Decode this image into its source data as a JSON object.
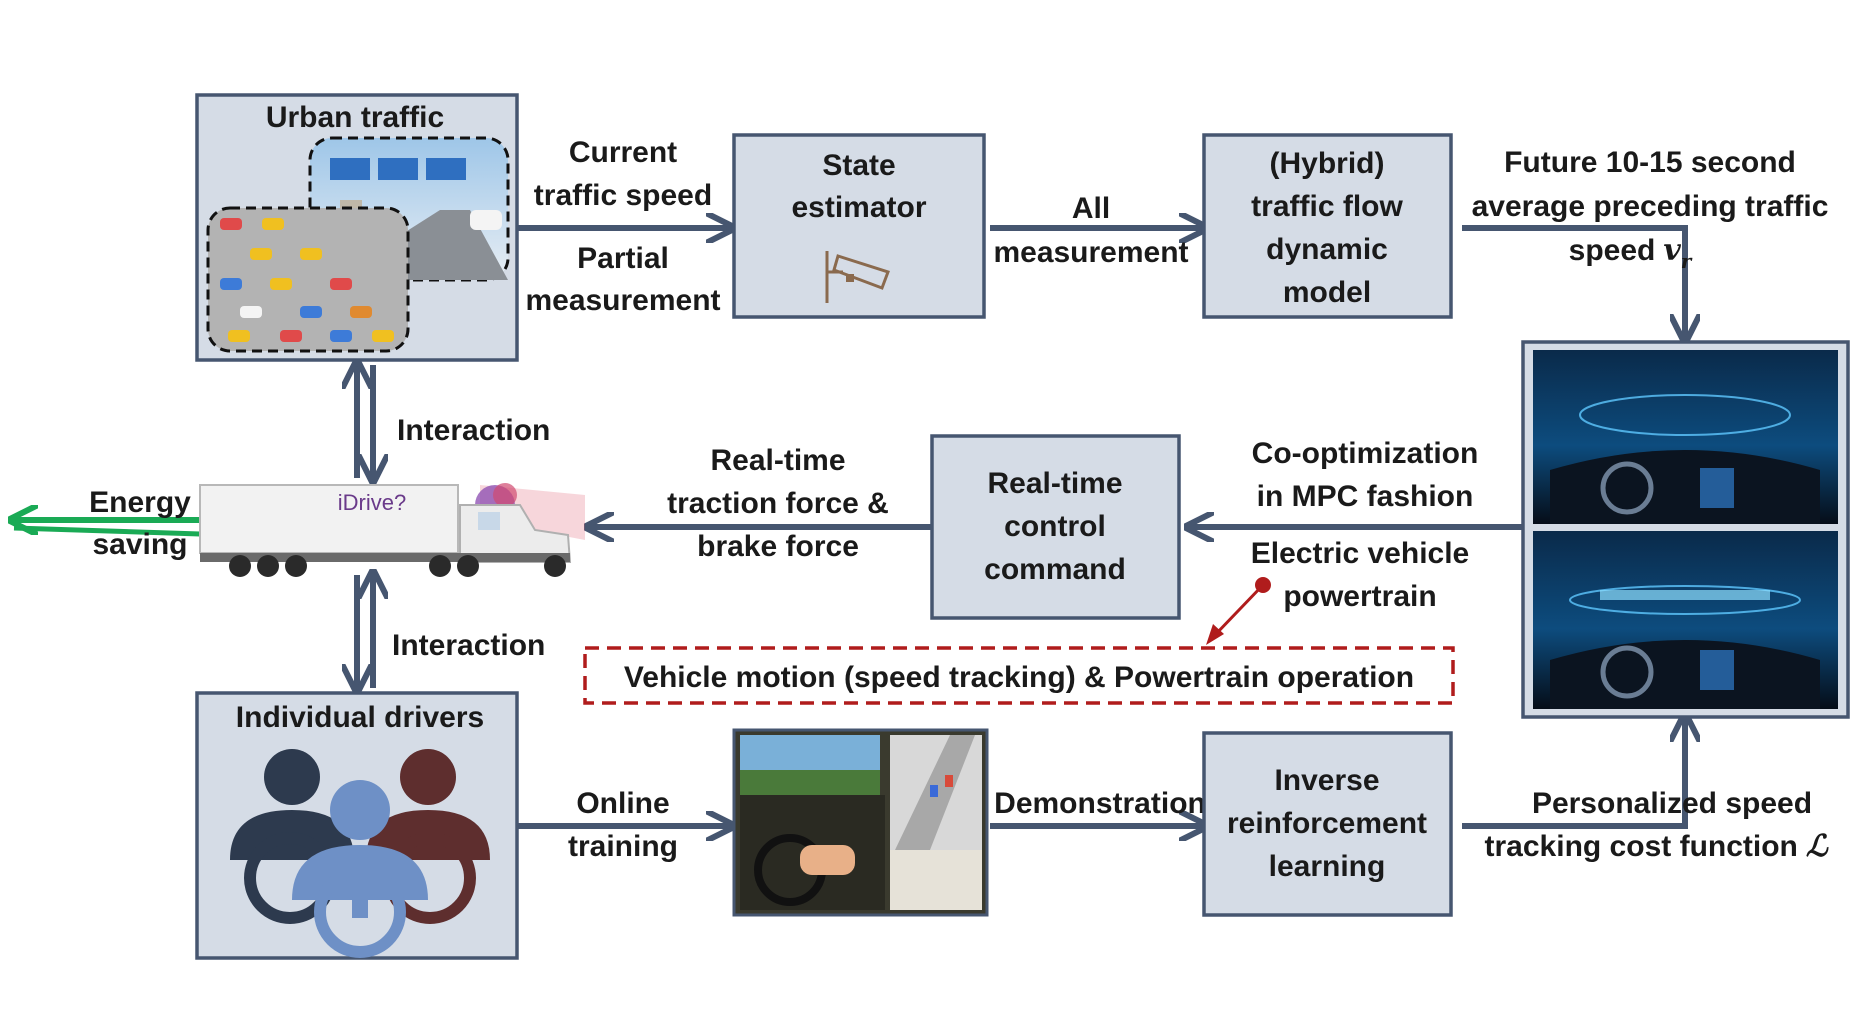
{
  "nodes": {
    "urban_traffic": {
      "title": "Urban traffic"
    },
    "state_estimator": {
      "line1": "State",
      "line2": "estimator"
    },
    "traffic_model": {
      "line1": "(Hybrid)",
      "line2": "traffic flow",
      "line3": "dynamic",
      "line4": "model"
    },
    "control_command": {
      "line1": "Real-time",
      "line2": "control",
      "line3": "command"
    },
    "individual_drivers": {
      "title": "Individual drivers"
    },
    "irl": {
      "line1": "Inverse",
      "line2": "reinforcement",
      "line3": "learning"
    },
    "truck": {
      "brand": "iDrive?"
    }
  },
  "edges": {
    "current_speed": {
      "line1": "Current",
      "line2": "traffic speed"
    },
    "partial_measurement": {
      "line1": "Partial",
      "line2": "measurement"
    },
    "all_measurement": {
      "line1": "All",
      "line2": "measurement"
    },
    "future_speed": {
      "line1": "Future 10-15 second",
      "line2": "average preceding traffic",
      "line3": "speed",
      "symbol": "v",
      "subscript": "r"
    },
    "co_optimization": {
      "line1": "Co-optimization",
      "line2": "in MPC fashion"
    },
    "electric_powertrain": {
      "line1": "Electric vehicle",
      "line2": "powertrain"
    },
    "traction_force": {
      "line1": "Real-time",
      "line2": "traction force &",
      "line3": "brake force"
    },
    "interaction_top": {
      "label": "Interaction"
    },
    "interaction_bottom": {
      "label": "Interaction"
    },
    "energy_saving": {
      "line1": "Energy",
      "line2": "saving"
    },
    "online_training": {
      "line1": "Online",
      "line2": "training"
    },
    "demonstration": {
      "label": "Demonstration"
    },
    "cost_function": {
      "line1": "Personalized speed",
      "line2": "tracking cost function",
      "symbol": "ℒ"
    }
  },
  "highlight": {
    "text": "Vehicle motion (speed tracking) & Powertrain operation"
  },
  "colors": {
    "box_fill": "#d5dce6",
    "box_stroke": "#465670",
    "arrow": "#465670",
    "energy_arrow": "#1aaa55",
    "highlight_border": "#b01c1c",
    "driver_dark": "#2d3a4e",
    "driver_blue": "#6e90c6",
    "driver_red": "#5e2e2e"
  },
  "icons": {
    "camera": "security-camera-icon",
    "drivers": "drivers-steering-wheels-icon",
    "truck": "truck-icon",
    "simulator": "driving-simulator-image",
    "dashboard": "ev-dashboard-image"
  }
}
